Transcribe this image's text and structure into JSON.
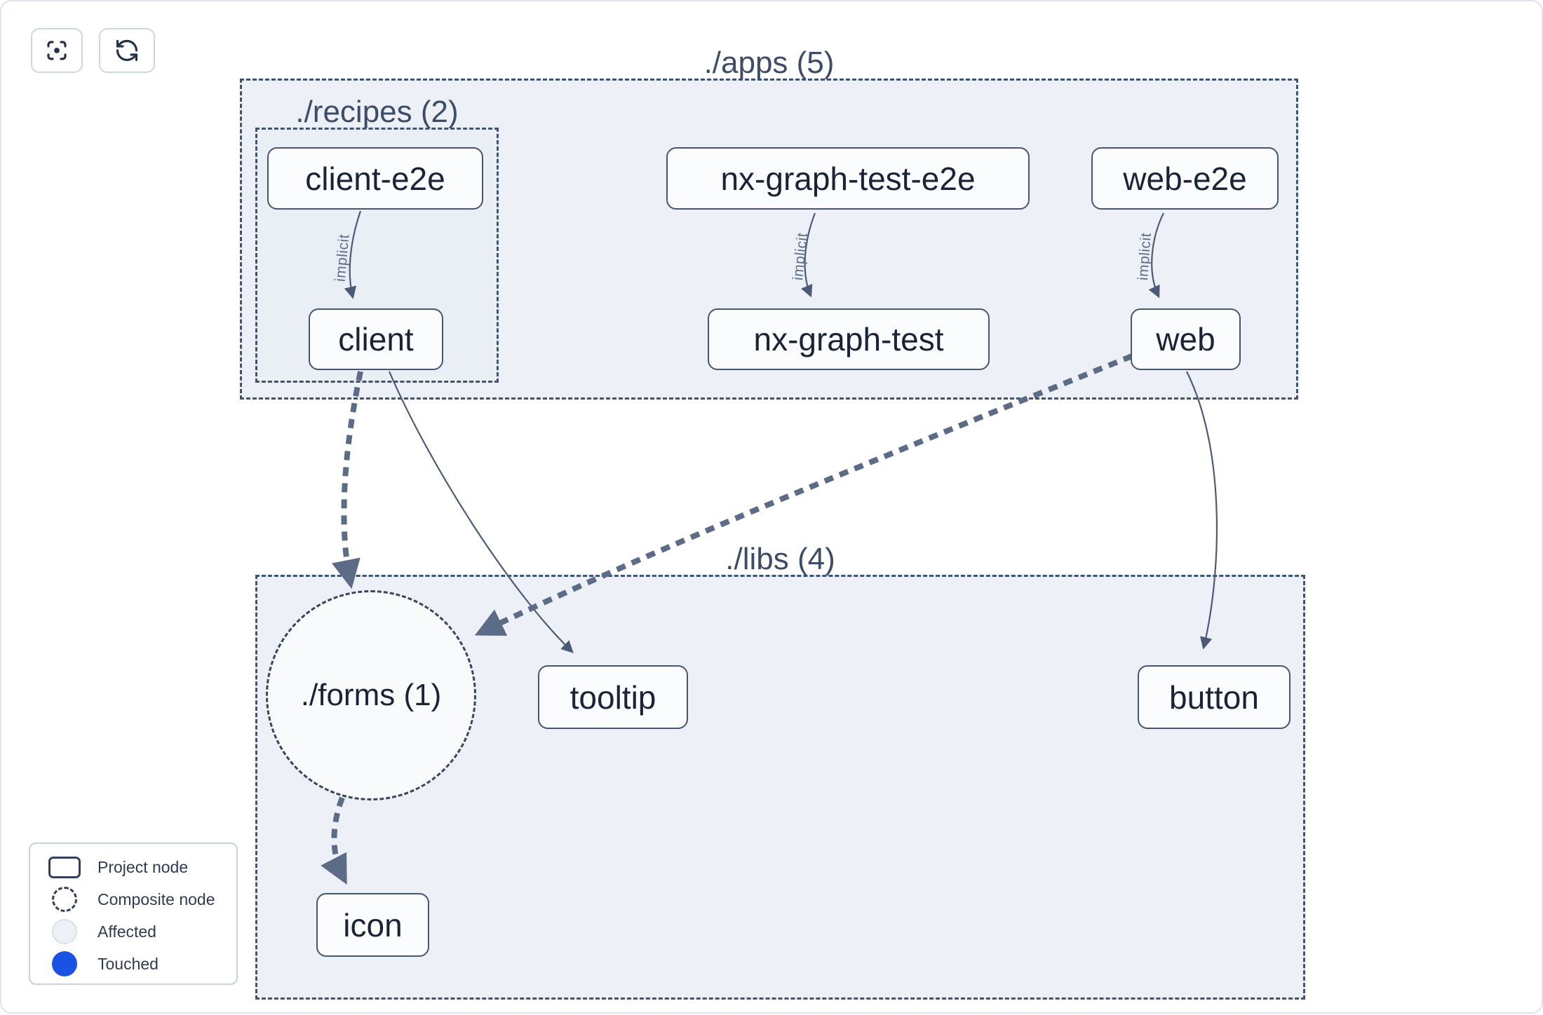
{
  "toolbar": {
    "focus_button": {
      "icon": "focus-crosshair-icon"
    },
    "refresh_button": {
      "icon": "refresh-icon"
    }
  },
  "graph": {
    "containers": {
      "apps": "./apps (5)",
      "recipes": "./recipes (2)",
      "libs": "./libs (4)",
      "forms": "./forms (1)"
    },
    "nodes": {
      "client_e2e": "client-e2e",
      "client": "client",
      "nx_graph_test_e2e": "nx-graph-test-e2e",
      "nx_graph_test": "nx-graph-test",
      "web_e2e": "web-e2e",
      "web": "web",
      "tooltip": "tooltip",
      "button": "button",
      "icon": "icon"
    },
    "edges": [
      {
        "from": "client-e2e",
        "to": "client",
        "type": "implicit",
        "label": "implicit"
      },
      {
        "from": "nx-graph-test-e2e",
        "to": "nx-graph-test",
        "type": "implicit",
        "label": "implicit"
      },
      {
        "from": "web-e2e",
        "to": "web",
        "type": "implicit",
        "label": "implicit"
      },
      {
        "from": "client",
        "to": "./forms (1)",
        "type": "composite-dashed",
        "label": ""
      },
      {
        "from": "client",
        "to": "tooltip",
        "type": "static",
        "label": ""
      },
      {
        "from": "web",
        "to": "./forms (1)",
        "type": "composite-dashed",
        "label": ""
      },
      {
        "from": "web",
        "to": "button",
        "type": "static",
        "label": ""
      },
      {
        "from": "./forms (1)",
        "to": "icon",
        "type": "composite-dashed",
        "label": ""
      }
    ]
  },
  "legend": {
    "items": [
      {
        "label": "Project node",
        "symbol": "project-node-symbol"
      },
      {
        "label": "Composite node",
        "symbol": "composite-node-symbol"
      },
      {
        "label": "Affected",
        "symbol": "affected-symbol"
      },
      {
        "label": "Touched",
        "symbol": "touched-symbol"
      }
    ]
  },
  "colors": {
    "container_fill": "#edf1f7",
    "container_border": "#44536d",
    "node_fill": "#fbfcfe",
    "node_border": "#47566f",
    "node_text": "#1b2436",
    "edge_thick": "#5c6c87",
    "edge_thin": "#4b5b76",
    "touched_blue": "#1a52e4"
  }
}
